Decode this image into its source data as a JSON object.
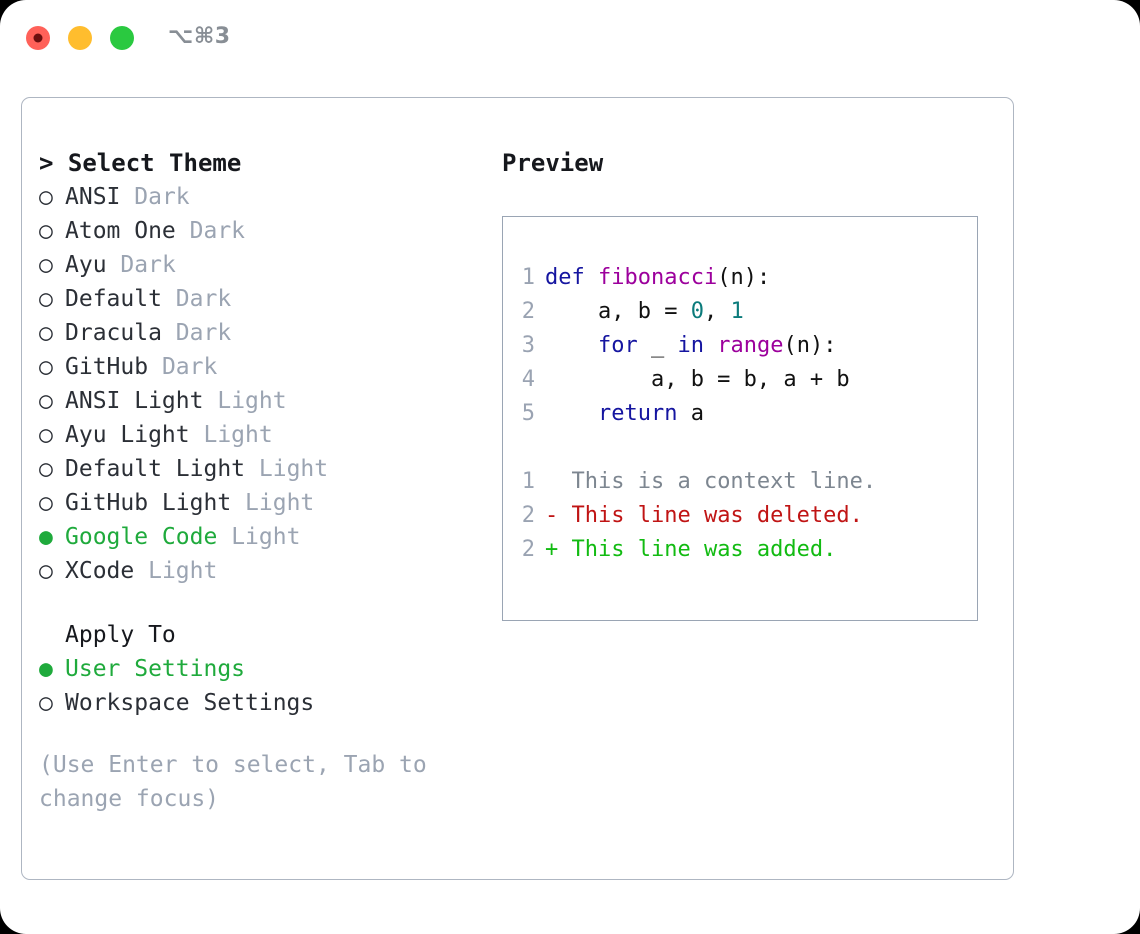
{
  "titlebar": {
    "shortcut": "⌥⌘3",
    "buttons": [
      {
        "name": "close",
        "color": "#ff6159",
        "recording": true
      },
      {
        "name": "minimize",
        "color": "#ffbd2e",
        "recording": false
      },
      {
        "name": "maximize",
        "color": "#2ac940",
        "recording": false
      }
    ]
  },
  "theme_picker": {
    "header_caret": ">",
    "header_label": "Select Theme",
    "marker_selected": "●",
    "marker_unselected": "○",
    "items": [
      {
        "marker": "○",
        "name": "ANSI",
        "variant": "Dark",
        "selected": false
      },
      {
        "marker": "○",
        "name": "Atom One",
        "variant": "Dark",
        "selected": false
      },
      {
        "marker": "○",
        "name": "Ayu",
        "variant": "Dark",
        "selected": false
      },
      {
        "marker": "○",
        "name": "Default",
        "variant": "Dark",
        "selected": false
      },
      {
        "marker": "○",
        "name": "Dracula",
        "variant": "Dark",
        "selected": false
      },
      {
        "marker": "○",
        "name": "GitHub",
        "variant": "Dark",
        "selected": false
      },
      {
        "marker": "○",
        "name": "ANSI Light",
        "variant": "Light",
        "selected": false
      },
      {
        "marker": "○",
        "name": "Ayu Light",
        "variant": "Light",
        "selected": false
      },
      {
        "marker": "○",
        "name": "Default Light",
        "variant": "Light",
        "selected": false
      },
      {
        "marker": "○",
        "name": "GitHub Light",
        "variant": "Light",
        "selected": false
      },
      {
        "marker": "●",
        "name": "Google Code",
        "variant": "Light",
        "selected": true
      },
      {
        "marker": "○",
        "name": "XCode",
        "variant": "Light",
        "selected": false
      }
    ]
  },
  "apply_to": {
    "title": "Apply To",
    "items": [
      {
        "marker": "●",
        "label": "User Settings",
        "selected": true
      },
      {
        "marker": "○",
        "label": "Workspace Settings",
        "selected": false
      }
    ]
  },
  "hint": "(Use Enter to select, Tab to change focus)",
  "preview": {
    "title": "Preview",
    "code_lines": [
      {
        "number": "1",
        "tokens": [
          {
            "t": "def",
            "c": "kw"
          },
          {
            "t": " ",
            "c": "pl"
          },
          {
            "t": "fibonacci",
            "c": "fn"
          },
          {
            "t": "(n):",
            "c": "pl"
          }
        ]
      },
      {
        "number": "2",
        "tokens": [
          {
            "t": "    a, b = ",
            "c": "pl"
          },
          {
            "t": "0",
            "c": "num"
          },
          {
            "t": ", ",
            "c": "pl"
          },
          {
            "t": "1",
            "c": "num"
          }
        ]
      },
      {
        "number": "3",
        "tokens": [
          {
            "t": "    ",
            "c": "pl"
          },
          {
            "t": "for",
            "c": "kw"
          },
          {
            "t": " _ ",
            "c": "pl"
          },
          {
            "t": "in",
            "c": "kw"
          },
          {
            "t": " ",
            "c": "pl"
          },
          {
            "t": "range",
            "c": "fn"
          },
          {
            "t": "(n):",
            "c": "pl"
          }
        ]
      },
      {
        "number": "4",
        "tokens": [
          {
            "t": "        a, b = b, a + b",
            "c": "pl"
          }
        ]
      },
      {
        "number": "5",
        "tokens": [
          {
            "t": "    ",
            "c": "pl"
          },
          {
            "t": "return",
            "c": "kw"
          },
          {
            "t": " a",
            "c": "pl"
          }
        ]
      }
    ],
    "diff_lines": [
      {
        "number": "1",
        "sign": " ",
        "text": " This is a context line.",
        "kind": "ctx"
      },
      {
        "number": "2",
        "sign": "-",
        "text": " This line was deleted.",
        "kind": "del"
      },
      {
        "number": "2",
        "sign": "+",
        "text": " This line was added.",
        "kind": "add"
      }
    ]
  },
  "colors": {
    "accent_selected": "#1faa3c",
    "muted": "#9ba4b2",
    "keyword": "#1515a0",
    "function": "#9c009c",
    "number": "#0b7b7b",
    "diff_context": "#7d8690",
    "diff_deleted": "#c01414",
    "diff_added": "#12bb12",
    "border": "#aeb6c2"
  }
}
